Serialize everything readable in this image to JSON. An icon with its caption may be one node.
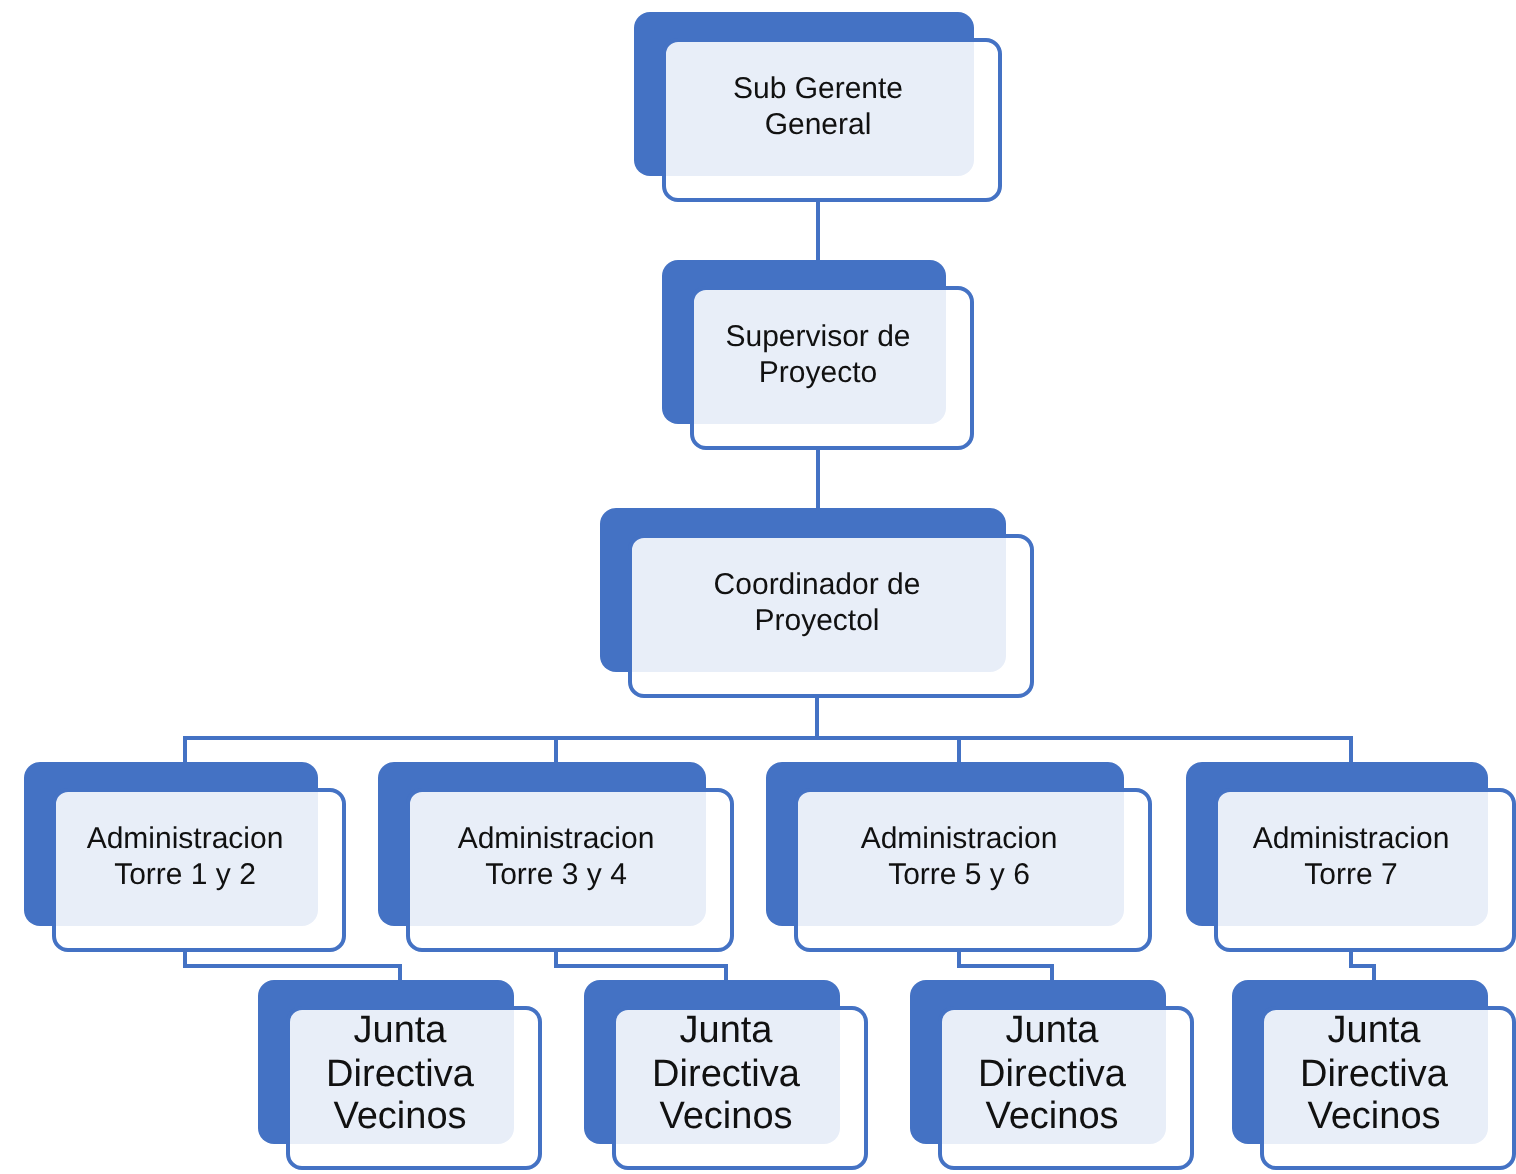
{
  "diagram": {
    "nodes": [
      {
        "text": [
          "Sub Gerente General"
        ]
      },
      {
        "text": [
          "Supervisor de Proyecto"
        ]
      },
      {
        "text": [
          "Coordinador de Proyectol"
        ]
      },
      {
        "text": [
          "Administracion Torre 1 y 2"
        ]
      },
      {
        "text": [
          "Administracion Torre 3 y 4"
        ]
      },
      {
        "text": [
          "Administracion Torre 5 y 6"
        ]
      },
      {
        "text": [
          "Administracion Torre 7"
        ]
      },
      {
        "text": [
          "Junta Directiva Vecinos"
        ]
      },
      {
        "text": [
          "Junta Directiva Vecinos"
        ]
      },
      {
        "text": [
          "Junta Directiva Vecinos"
        ]
      },
      {
        "text": [
          "Junta Directiva Vecinos"
        ]
      }
    ],
    "edges": [
      {
        "from": 0,
        "to": 1,
        "arrow": "none"
      },
      {
        "from": 1,
        "to": 2,
        "arrow": "none"
      },
      {
        "from": 2,
        "to": 3,
        "arrow": "none"
      },
      {
        "from": 2,
        "to": 4,
        "arrow": "none"
      },
      {
        "from": 2,
        "to": 5,
        "arrow": "none"
      },
      {
        "from": 2,
        "to": 6,
        "arrow": "none"
      },
      {
        "from": 3,
        "to": 7,
        "arrow": "none"
      },
      {
        "from": 4,
        "to": 8,
        "arrow": "none"
      },
      {
        "from": 5,
        "to": 9,
        "arrow": "none"
      },
      {
        "from": 6,
        "to": 10,
        "arrow": "none"
      }
    ]
  }
}
